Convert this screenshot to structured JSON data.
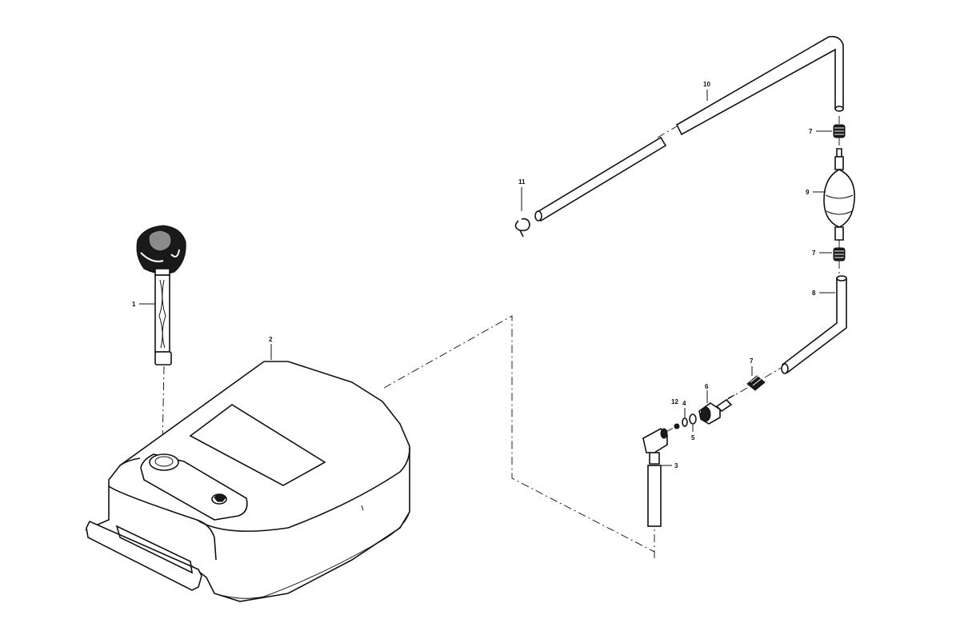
{
  "callouts": {
    "c1": "1",
    "c2": "2",
    "c3": "3",
    "c4": "4",
    "c5": "5",
    "c6": "6",
    "c7a": "7",
    "c7b": "7",
    "c7c": "7",
    "c8": "8",
    "c9": "9",
    "c10": "10",
    "c11": "11",
    "c12": "12"
  }
}
